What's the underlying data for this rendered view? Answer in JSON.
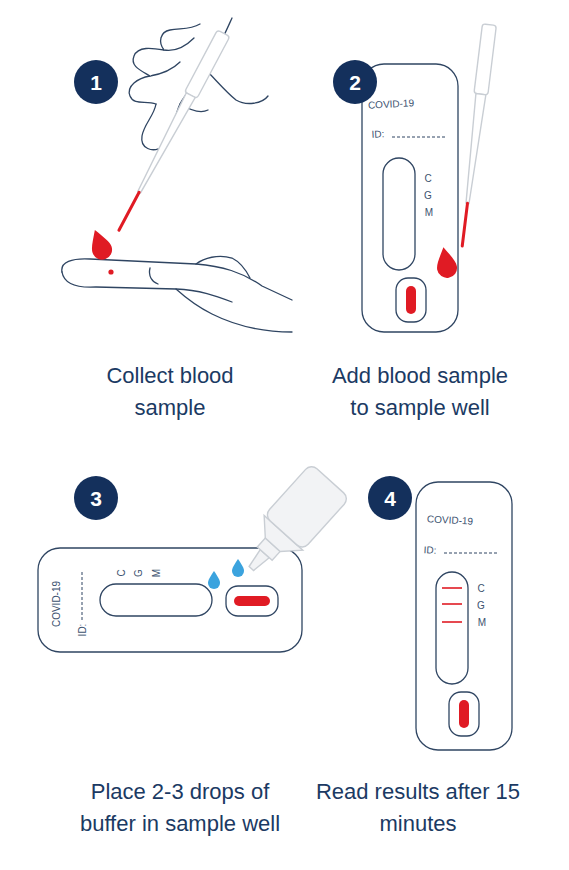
{
  "diagram": {
    "nodes": [
      {
        "text": [
          "1"
        ]
      },
      {
        "text": [
          "2"
        ]
      },
      {
        "text": [
          "3"
        ]
      },
      {
        "text": [
          "4"
        ]
      }
    ],
    "labels": [
      "COVID-19",
      "ID:",
      "C",
      "G",
      "M",
      "Collect blood sample",
      "Add blood sample to sample well",
      "COVID-19",
      "ID:",
      "C",
      "G",
      "M",
      "COVID-19",
      "ID:",
      "C",
      "G",
      "M",
      "Place 2-3 drops of buffer in sample well",
      "Read results after 15 minutes"
    ]
  }
}
